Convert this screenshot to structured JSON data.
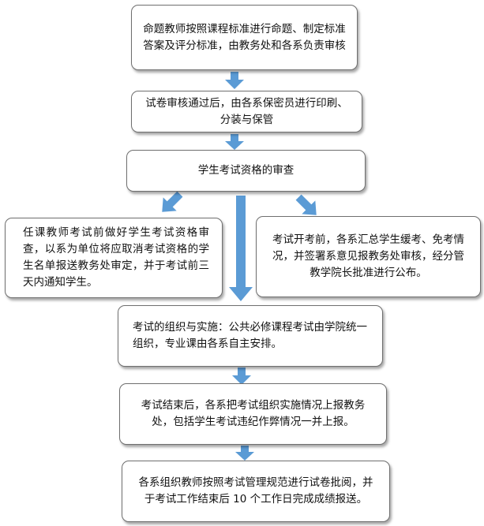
{
  "steps": {
    "s1": "命题教师按照课程标准进行命题、制定标准答案及评分标准，由教务处和各系负责审核",
    "s2": "试卷审核通过后，由各系保密员进行印刷、分装与保管",
    "s3": "学生考试资格的审查",
    "s4_left": "任课教师考试前做好学生考试资格审查，以系为单位将应取消考试资格的学生名单报送教务处审定，并于考试前三天内通知学生。",
    "s4_right": "考试开考前，各系汇总学生缓考、免考情况，并签署系意见报教务处审核，经分管教学院长批准进行公布。",
    "s5": "考试的组织与实施：公共必修课程考试由学院统一组织，专业课由各系自主安排。",
    "s6": "考试结束后，各系把考试组织实施情况上报教务处，包括学生考试违纪作弊情况一并上报。",
    "s7": "各系组织教师按照考试管理规范进行试卷批阅，并于考试工作结束后 10 个工作日完成成绩报送。"
  },
  "colors": {
    "arrow": "#5b9bd5",
    "box_border": "#6f6f6f",
    "text": "#111111"
  }
}
